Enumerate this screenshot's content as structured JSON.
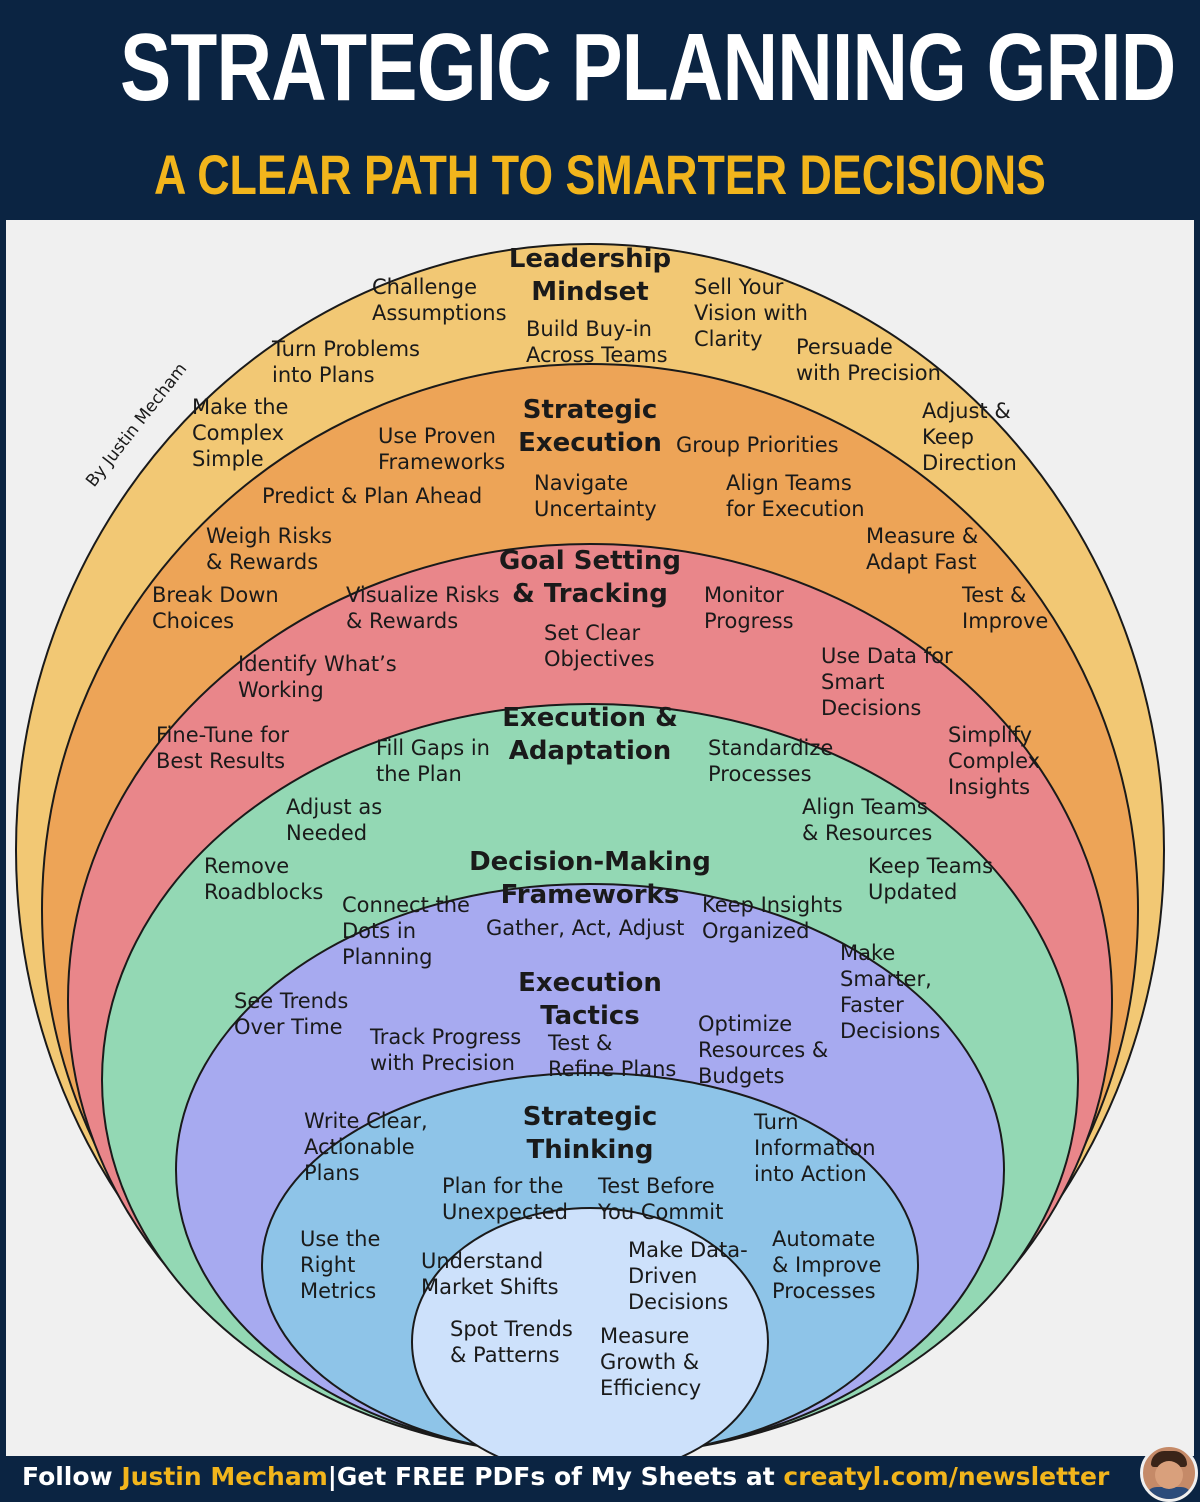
{
  "header": {
    "title": "STRATEGIC PLANNING GRID",
    "subtitle": "A CLEAR PATH TO SMARTER DECISIONS"
  },
  "byline": "By Justin Mecham",
  "colors": {
    "navy": "#0b2442",
    "gold": "#f2b51c",
    "leadership": "#f2c874",
    "execution_strategic": "#eda457",
    "goal": "#e9868a",
    "adaptation": "#93d8b4",
    "frameworks": "#a7aaf0",
    "tactics": "#8ec4e8",
    "thinking": "#cde1fb"
  },
  "rings": [
    {
      "heading": "Leadership\nMindset",
      "items": [
        "Challenge\nAssumptions",
        "Sell Your\nVision with\nClarity",
        "Build Buy-in\nAcross Teams",
        "Turn Problems\ninto Plans",
        "Persuade\nwith Precision",
        "Make the\nComplex\nSimple",
        "Adjust &\nKeep\nDirection"
      ]
    },
    {
      "heading": "Strategic\nExecution",
      "items": [
        "Use Proven\nFrameworks",
        "Group Priorities",
        "Predict & Plan Ahead",
        "Navigate\nUncertainty",
        "Align Teams\nfor Execution",
        "Weigh Risks\n& Rewards",
        "Measure &\nAdapt Fast",
        "Break Down\nChoices",
        "Test &\nImprove"
      ]
    },
    {
      "heading": "Goal Setting\n& Tracking",
      "items": [
        "Visualize Risks\n& Rewards",
        "Monitor\nProgress",
        "Set Clear\nObjectives",
        "Identify What’s\nWorking",
        "Use Data for\nSmart\nDecisions",
        "Fine-Tune for\nBest Results",
        "Simplify\nComplex\nInsights"
      ]
    },
    {
      "heading": "Execution &\nAdaptation",
      "items": [
        "Fill Gaps in\nthe Plan",
        "Standardize\nProcesses",
        "Adjust as\nNeeded",
        "Align Teams\n& Resources",
        "Remove\nRoadblocks",
        "Keep Teams\nUpdated"
      ]
    },
    {
      "heading": "Decision-Making\nFrameworks",
      "items": [
        "Connect the\nDots in\nPlanning",
        "Gather, Act, Adjust",
        "Keep Insights\nOrganized",
        "Make\nSmarter,\nFaster\nDecisions",
        "See Trends\nOver Time"
      ]
    },
    {
      "heading": "Execution\nTactics",
      "items": [
        "Track Progress\nwith Precision",
        "Test &\nRefine Plans",
        "Optimize\nResources &\nBudgets",
        "Write Clear,\nActionable\nPlans",
        "Turn\nInformation\ninto Action",
        "Use the\nRight\nMetrics",
        "Automate\n& Improve\nProcesses"
      ]
    },
    {
      "heading": "Strategic\nThinking",
      "items": [
        "Plan for the\nUnexpected",
        "Test Before\nYou Commit",
        "Understand\nMarket Shifts",
        "Make Data-\nDriven\nDecisions",
        "Spot Trends\n& Patterns",
        "Measure\nGrowth &\nEfficiency"
      ]
    }
  ],
  "footer": {
    "follow": "Follow",
    "name": "Justin Mecham",
    "separator": "|",
    "cta": "Get FREE PDFs of My Sheets at",
    "url": "creatyl.com/newsletter"
  }
}
